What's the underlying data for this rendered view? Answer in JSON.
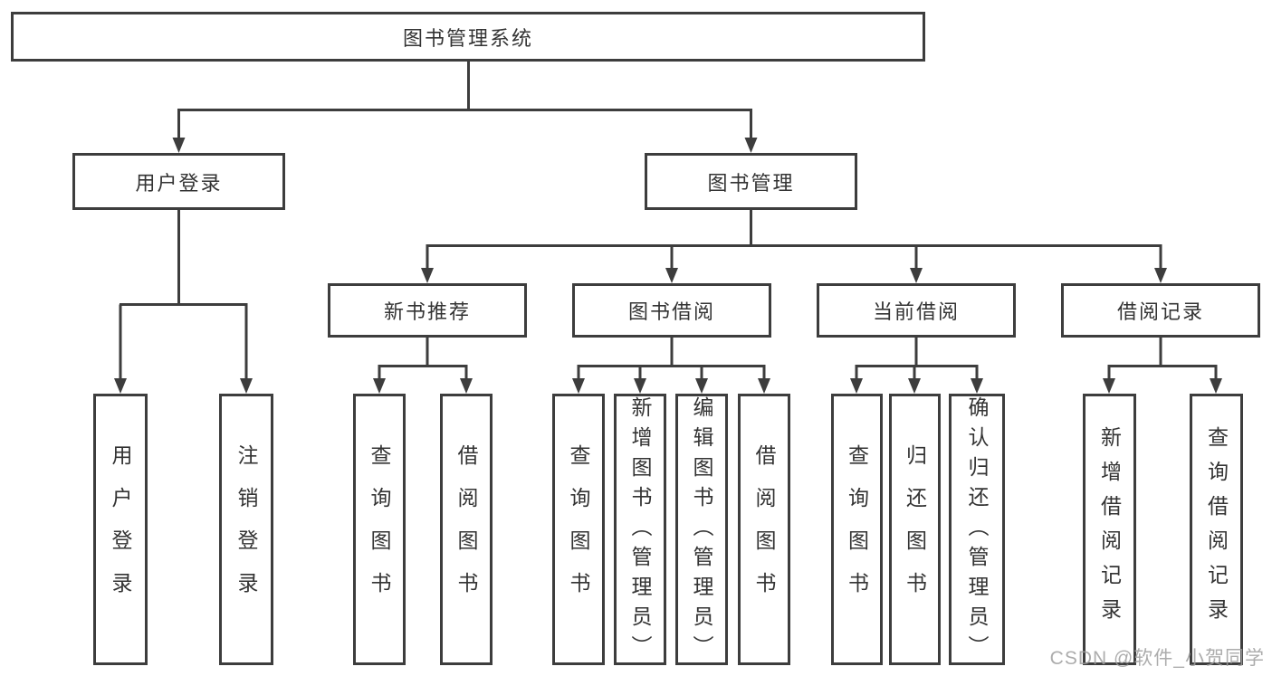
{
  "tree": {
    "root_label": "图书管理系统",
    "user_login": {
      "label": "用户登录",
      "children": [
        "用户登录",
        "注销登录"
      ]
    },
    "book_mgmt": {
      "label": "图书管理"
    },
    "new_book": {
      "label": "新书推荐",
      "children": [
        "查询图书",
        "借阅图书"
      ]
    },
    "book_borrow": {
      "label": "图书借阅",
      "children": [
        "查询图书",
        "新增图书（管理员）",
        "编辑图书（管理员）",
        "借阅图书"
      ]
    },
    "current_borrow": {
      "label": "当前借阅",
      "children": [
        "查询图书",
        "归还图书",
        "确认归还（管理员）"
      ]
    },
    "borrow_record": {
      "label": "借阅记录",
      "children": [
        "新增借阅记录",
        "查询借阅记录"
      ]
    }
  },
  "watermark": "CSDN @软件_小贺同学",
  "colors": {
    "line": "#3d3d3d",
    "text": "#333333",
    "background": "#ffffff",
    "watermark": "#9e9e9e"
  }
}
